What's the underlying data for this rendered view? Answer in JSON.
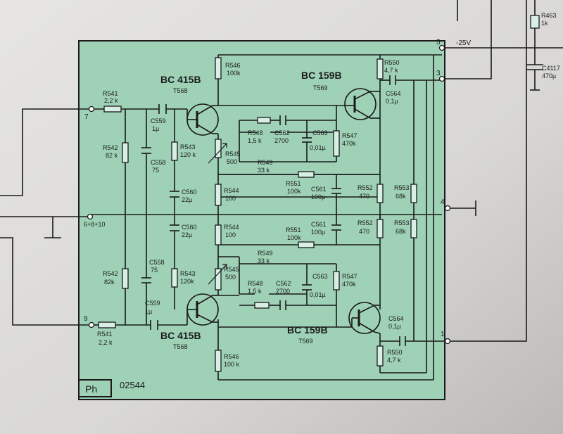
{
  "colors": {
    "board": "#9ed1b6",
    "paper": "#dcdbd9",
    "ink": "#1a1a1a"
  },
  "board": {
    "logo": "Ph",
    "code": "02544"
  },
  "pins": {
    "p1": "1",
    "p3": "3",
    "p4": "4",
    "p5": "5",
    "p7": "7",
    "p9": "9",
    "p6810": "6+8+10"
  },
  "supply": {
    "voltage": "-25V"
  },
  "external": {
    "r463_name": "R463",
    "r463_value": "1k",
    "c4117_name": "C4117",
    "c4117_value": "470µ"
  },
  "transistors": {
    "t1_type": "BC 415B",
    "t1_ref": "T568",
    "t2_type": "BC 159B",
    "t2_ref": "T569",
    "t3_type": "BC 415B",
    "t3_ref": "T568",
    "t4_type": "BC 159B",
    "t4_ref": "T569"
  },
  "upper": {
    "r541_name": "R541",
    "r541_value": "2,2 k",
    "r542_name": "R542",
    "r542_value": "82 k",
    "c559_name": "C559",
    "c559_value": "1µ",
    "c558_name": "C558",
    "c558_value": "75",
    "r543_name": "R543",
    "r543_value": "120 k",
    "r546_name": "R546",
    "r546_value": "100k",
    "r548_name": "R548",
    "r548_value": "1,5 k",
    "c562_name": "C562",
    "c562_value": "2700",
    "c563_name": "C563",
    "c563_value": "0,01µ",
    "r547_name": "R547",
    "r547_value": "470k",
    "r545_name": "R545",
    "r545_value": "500",
    "r549_name": "R549",
    "r549_value": "33 k",
    "r550_name": "R550",
    "r550_value": "4,7 k",
    "c564_name": "C564",
    "c564_value": "0,1µ",
    "c560_name": "C560",
    "c560_value": "22µ",
    "r544_name": "R544",
    "r544_value": "100",
    "r551_name": "R551",
    "r551_value": "100k",
    "c561_name": "C561",
    "c561_value": "100µ",
    "r552_name": "R552",
    "r552_value": "470",
    "r553_name": "R553",
    "r553_value": "68k"
  },
  "lower": {
    "c560_name": "C560",
    "c560_value": "22µ",
    "r544_name": "R544",
    "r544_value": "100",
    "r551_name": "R551",
    "r551_value": "100k",
    "c561_name": "C561",
    "c561_value": "100µ",
    "r552_name": "R552",
    "r552_value": "470",
    "r553_name": "R553",
    "r553_value": "68k",
    "r549_name": "R549",
    "r549_value": "33 k",
    "r545_name": "R545",
    "r545_value": "500",
    "r542_name": "R542",
    "r542_value": "82k",
    "c558_name": "C558",
    "c558_value": "75",
    "r543_name": "R543",
    "r543_value": "120k",
    "r548_name": "R548",
    "r548_value": "1,5 k",
    "c562_name": "C562",
    "c562_value": "2700",
    "c563_name": "C563",
    "c563_value": "0,01µ",
    "r547_name": "R547",
    "r547_value": "470k",
    "c559_name": "C559",
    "c559_value": "1µ",
    "r541_name": "R541",
    "r541_value": "2,2 k",
    "r546_name": "R546",
    "r546_value": "100 k",
    "c564_name": "C564",
    "c564_value": "0,1µ",
    "r550_name": "R550",
    "r550_value": "4,7 k"
  }
}
